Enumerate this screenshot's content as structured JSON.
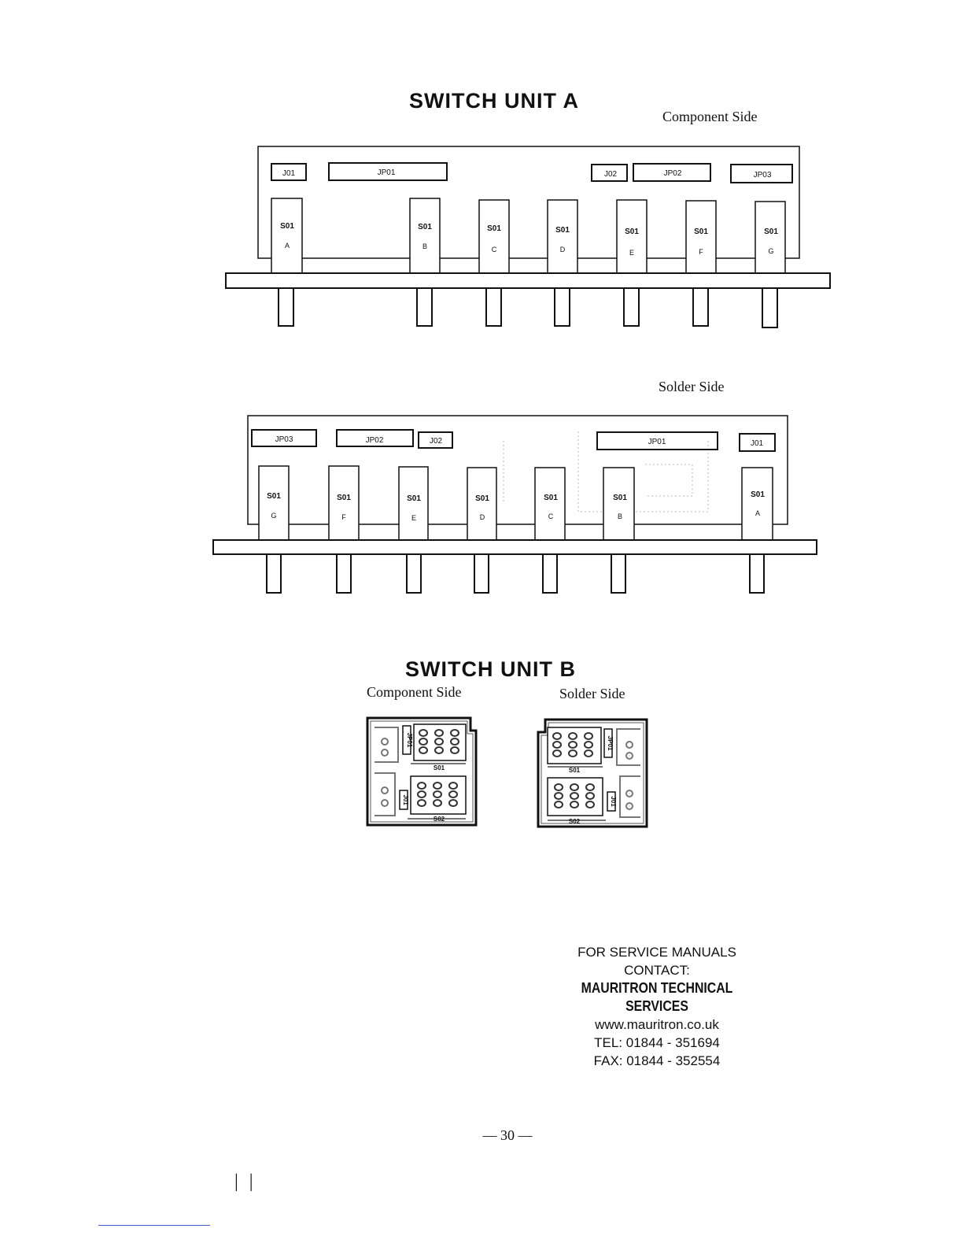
{
  "unit_a": {
    "title": "SWITCH UNIT A",
    "component_side": {
      "label": "Component Side",
      "headers": [
        "J01",
        "JP01",
        "J02",
        "JP02",
        "JP03"
      ],
      "switches": [
        {
          "ref": "S01",
          "letter": "A"
        },
        {
          "ref": "S01",
          "letter": "B"
        },
        {
          "ref": "S01",
          "letter": "C"
        },
        {
          "ref": "S01",
          "letter": "D"
        },
        {
          "ref": "S01",
          "letter": "E"
        },
        {
          "ref": "S01",
          "letter": "F"
        },
        {
          "ref": "S01",
          "letter": "G"
        }
      ]
    },
    "solder_side": {
      "label": "Solder Side",
      "headers": [
        "JP03",
        "JP02",
        "J02",
        "JP01",
        "J01"
      ],
      "switches": [
        {
          "ref": "S01",
          "letter": "G"
        },
        {
          "ref": "S01",
          "letter": "F"
        },
        {
          "ref": "S01",
          "letter": "E"
        },
        {
          "ref": "S01",
          "letter": "D"
        },
        {
          "ref": "S01",
          "letter": "C"
        },
        {
          "ref": "S01",
          "letter": "B"
        },
        {
          "ref": "S01",
          "letter": "A"
        }
      ]
    }
  },
  "unit_b": {
    "title": "SWITCH UNIT B",
    "component_side": {
      "label": "Component Side",
      "labels": [
        "JP01",
        "S01",
        "J01",
        "S02"
      ]
    },
    "solder_side": {
      "label": "Solder Side",
      "labels": [
        "JP01",
        "S01",
        "J01",
        "S02"
      ]
    }
  },
  "contact": {
    "line1": "FOR SERVICE MANUALS",
    "line2": "CONTACT:",
    "company": "MAURITRON TECHNICAL SERVICES",
    "web": "www.mauritron.co.uk",
    "tel": "TEL: 01844 - 351694",
    "fax": "FAX: 01844 - 352554"
  },
  "page_number": "— 30 —",
  "marks": "| |"
}
